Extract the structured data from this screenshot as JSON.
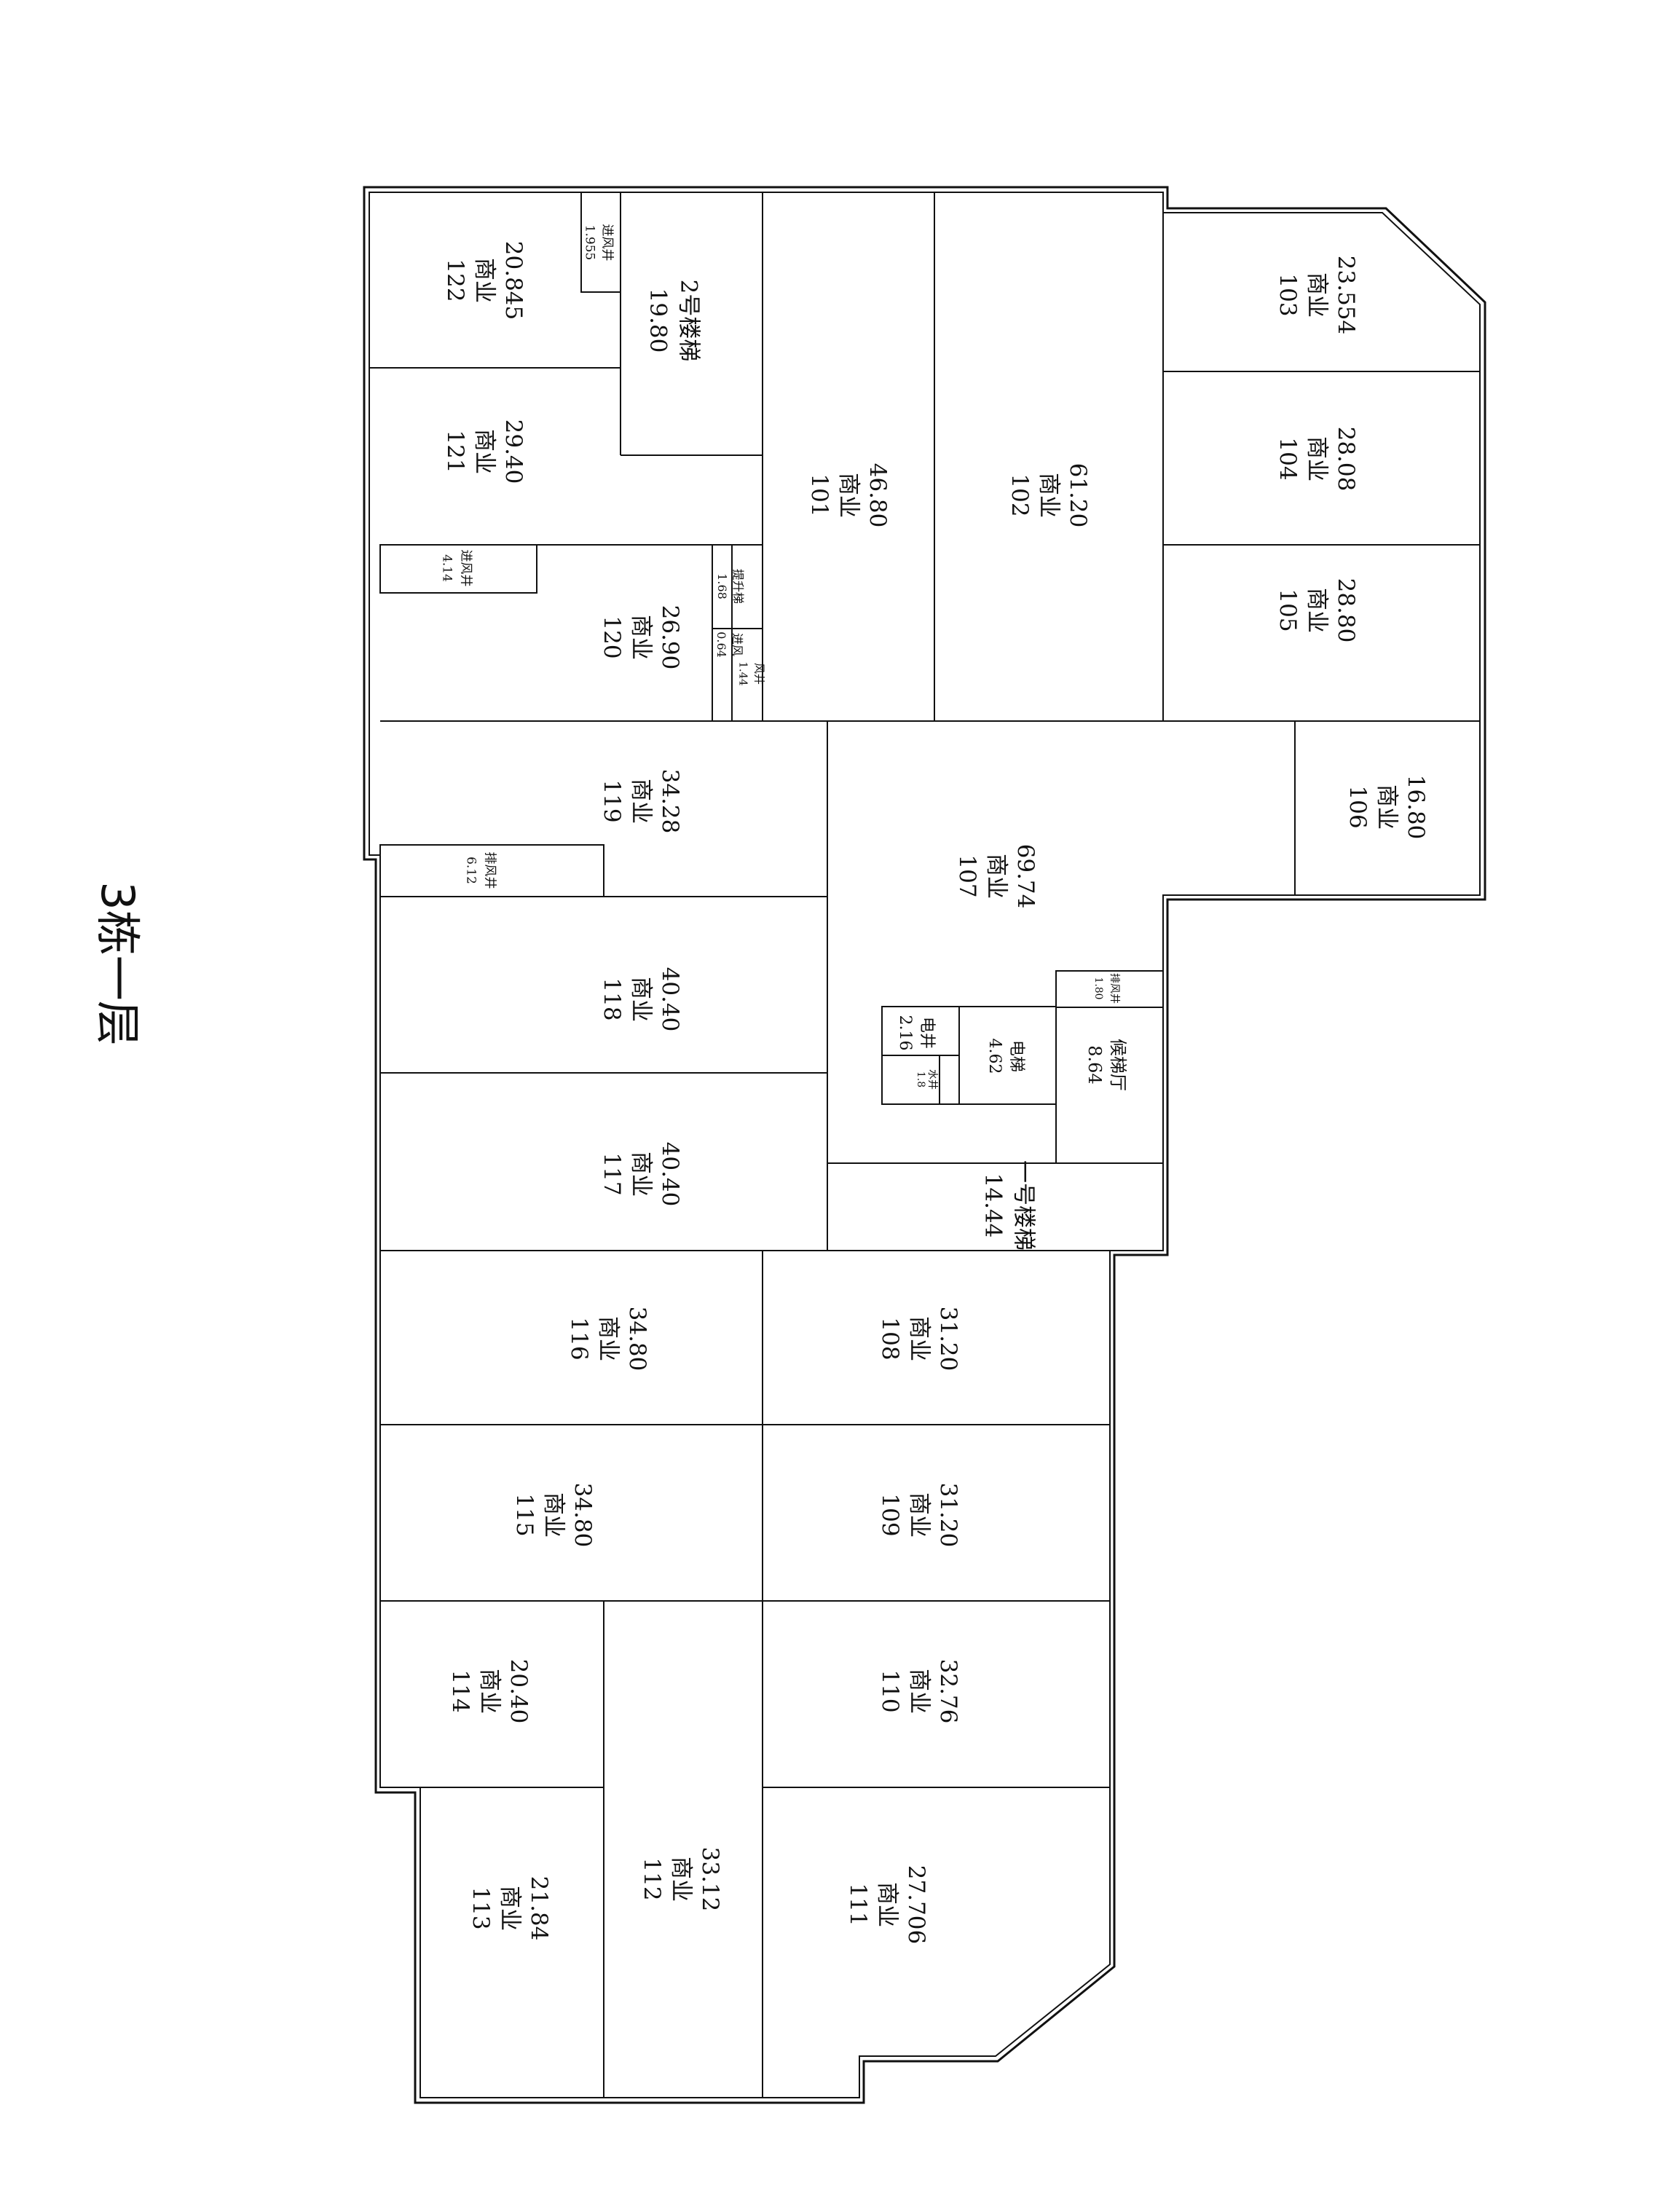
{
  "title": "3栋一层",
  "rooms": [
    {
      "key": "r103",
      "no": "103",
      "use": "商业",
      "area": "23.554"
    },
    {
      "key": "r104",
      "no": "104",
      "use": "商业",
      "area": "28.08"
    },
    {
      "key": "r105",
      "no": "105",
      "use": "商业",
      "area": "28.80"
    },
    {
      "key": "r106",
      "no": "106",
      "use": "商业",
      "area": "16.80"
    },
    {
      "key": "r102",
      "no": "102",
      "use": "商业",
      "area": "61.20"
    },
    {
      "key": "r101",
      "no": "101",
      "use": "商业",
      "area": "46.80"
    },
    {
      "key": "r122",
      "no": "122",
      "use": "商业",
      "area": "20.845"
    },
    {
      "key": "r121",
      "no": "121",
      "use": "商业",
      "area": "29.40"
    },
    {
      "key": "r120",
      "no": "120",
      "use": "商业",
      "area": "26.90"
    },
    {
      "key": "r119",
      "no": "119",
      "use": "商业",
      "area": "34.28"
    },
    {
      "key": "r107",
      "no": "107",
      "use": "商业",
      "area": "69.74"
    },
    {
      "key": "r118",
      "no": "118",
      "use": "商业",
      "area": "40.40"
    },
    {
      "key": "r117",
      "no": "117",
      "use": "商业",
      "area": "40.40"
    },
    {
      "key": "r116",
      "no": "116",
      "use": "商业",
      "area": "34.80"
    },
    {
      "key": "r108",
      "no": "108",
      "use": "商业",
      "area": "31.20"
    },
    {
      "key": "r115",
      "no": "115",
      "use": "商业",
      "area": "34.80"
    },
    {
      "key": "r109",
      "no": "109",
      "use": "商业",
      "area": "31.20"
    },
    {
      "key": "r114",
      "no": "114",
      "use": "商业",
      "area": "20.40"
    },
    {
      "key": "r110",
      "no": "110",
      "use": "商业",
      "area": "32.76"
    },
    {
      "key": "r113",
      "no": "113",
      "use": "商业",
      "area": "21.84"
    },
    {
      "key": "r112",
      "no": "112",
      "use": "商业",
      "area": "33.12"
    },
    {
      "key": "r111",
      "no": "111",
      "use": "商业",
      "area": "27.706"
    }
  ],
  "service": [
    {
      "key": "stair2",
      "label": "2号楼梯",
      "area": "19.80"
    },
    {
      "key": "stair1",
      "label": "一号楼梯",
      "area": "14.44"
    },
    {
      "key": "elevator",
      "label": "电梯",
      "area": "4.62"
    },
    {
      "key": "lobby",
      "label": "候梯厅",
      "area": "8.64"
    },
    {
      "key": "eshaft",
      "label": "电井",
      "area": "2.16"
    },
    {
      "key": "wshaft",
      "label": "水井",
      "area": "1.8"
    },
    {
      "key": "vent_in_122",
      "label": "进风井",
      "area": "1.955"
    },
    {
      "key": "vent_in_120",
      "label": "进风井",
      "area": "4.14"
    },
    {
      "key": "vent_out_119",
      "label": "排风井",
      "area": "6.12"
    },
    {
      "key": "vent_out_lobby",
      "label": "排风井",
      "area": "1.80"
    },
    {
      "key": "lift_shaft",
      "label": "提升梯",
      "area": "1.68"
    },
    {
      "key": "vent_mid",
      "label": "进风",
      "area": "0.64"
    },
    {
      "key": "vent_small",
      "label": "风井",
      "area": "1.44"
    }
  ]
}
